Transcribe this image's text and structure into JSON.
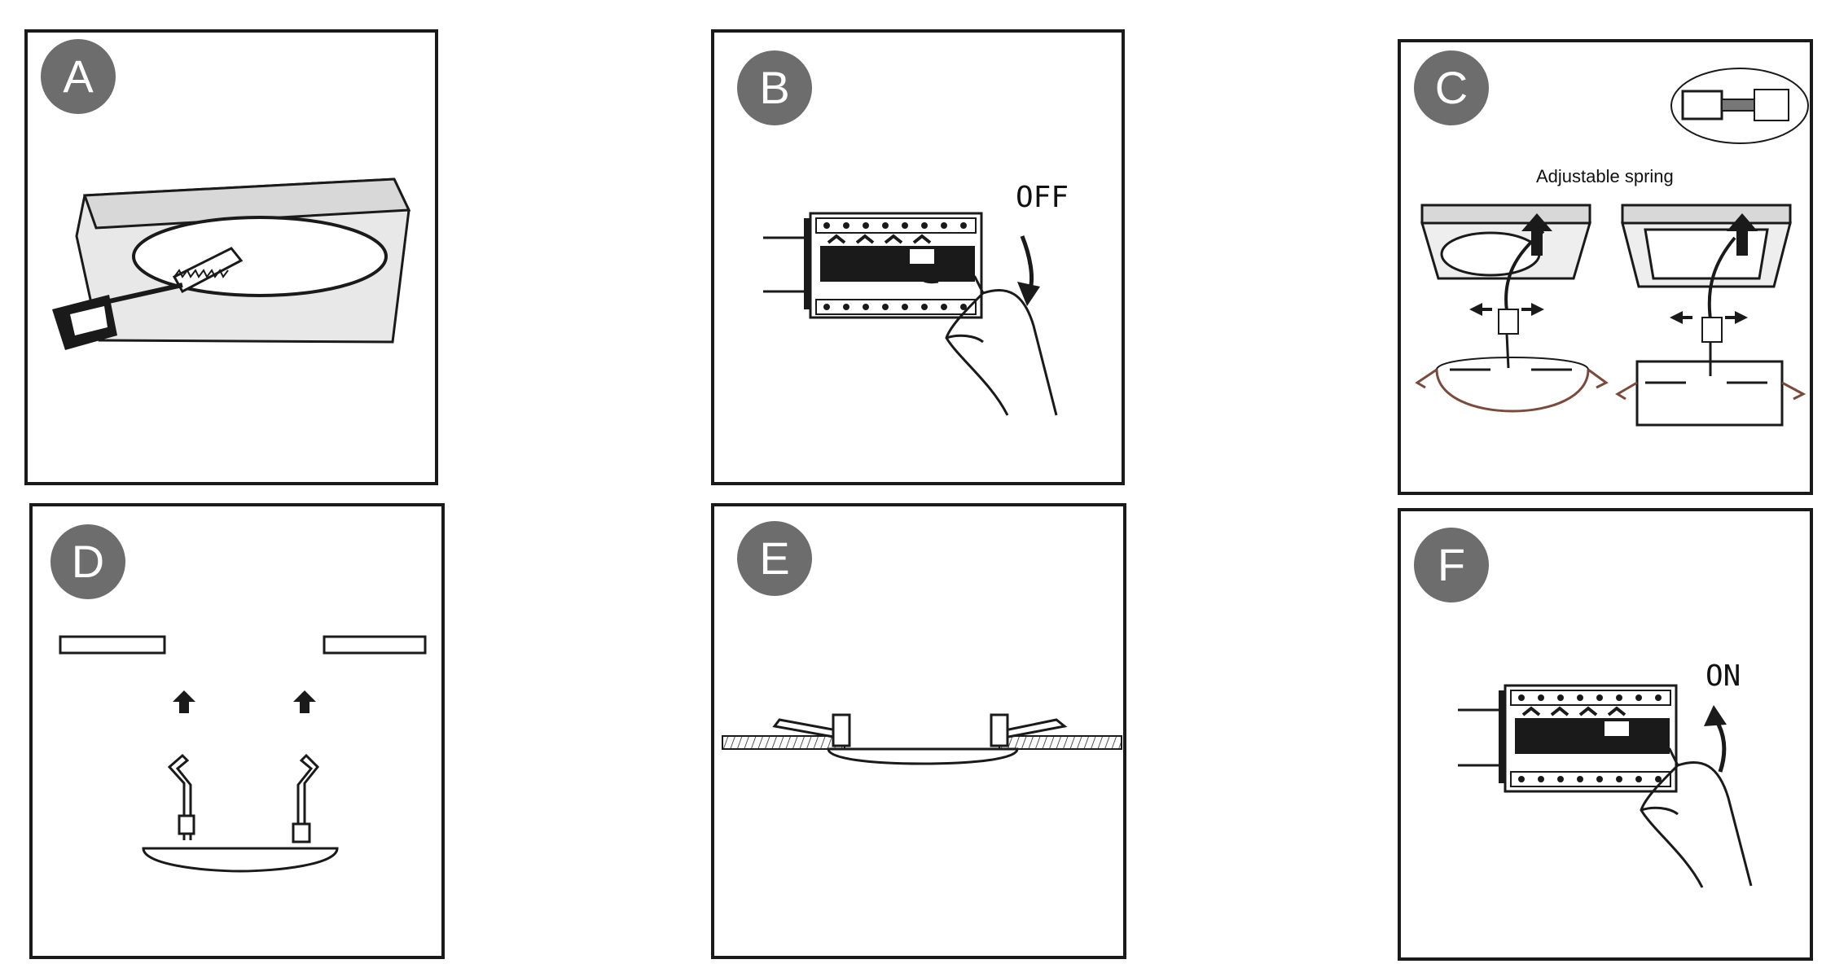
{
  "panels": {
    "a": {
      "letter": "A"
    },
    "b": {
      "letter": "B",
      "label": "OFF"
    },
    "c": {
      "letter": "C",
      "label": "Adjustable spring"
    },
    "d": {
      "letter": "D"
    },
    "e": {
      "letter": "E"
    },
    "f": {
      "letter": "F",
      "label": "ON"
    }
  },
  "colors": {
    "badge": "#6d6d6d",
    "ink": "#1a1a1a",
    "panel_fill": "#e8e8e8",
    "wire": "#7a4b3a"
  },
  "icons": [
    "saw-icon",
    "hand-icon",
    "arrow-icon",
    "breaker-icon",
    "spring-clip-icon",
    "ceiling-icon"
  ]
}
